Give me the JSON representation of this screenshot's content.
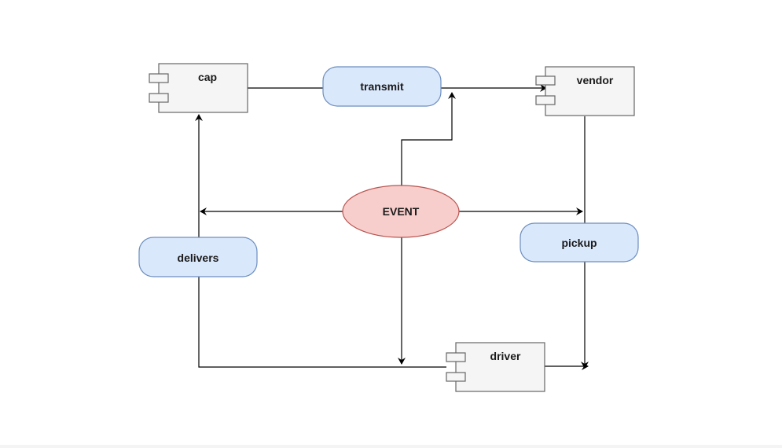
{
  "diagram": {
    "components": {
      "cap": "cap",
      "vendor": "vendor",
      "driver": "driver"
    },
    "actions": {
      "transmit": "transmit",
      "delivers": "delivers",
      "pickup": "pickup"
    },
    "event": "EVENT",
    "colors": {
      "component_fill": "#f5f5f5",
      "component_stroke": "#666666",
      "action_fill": "#dae8fc",
      "action_stroke": "#6c8ebf",
      "event_fill": "#f8cecc",
      "event_stroke": "#b85450",
      "edge": "#000000"
    }
  }
}
